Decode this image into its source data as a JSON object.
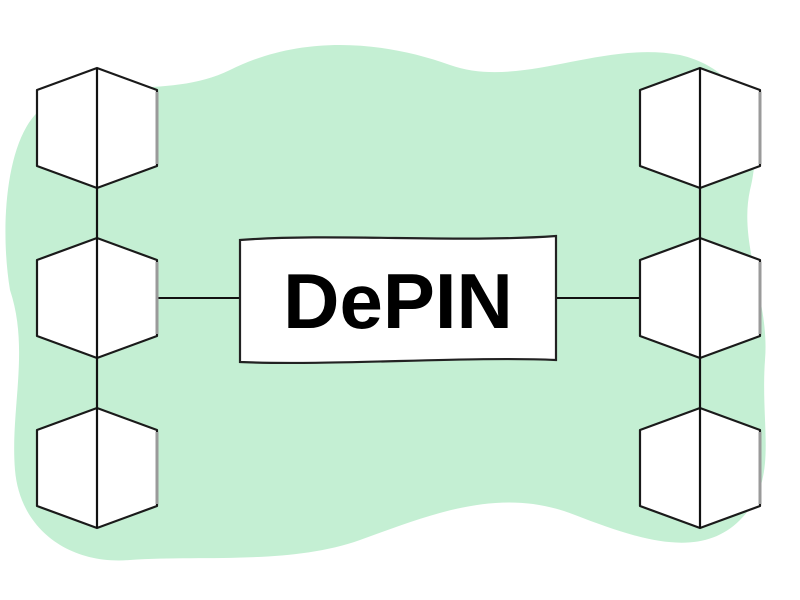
{
  "label": "DePIN",
  "colors": {
    "background": "#ffffff",
    "blob": "#c4efd3",
    "outline": "#1a1a1a"
  },
  "nodes": {
    "left_column": [
      "node",
      "node",
      "node"
    ],
    "right_column": [
      "node",
      "node",
      "node"
    ]
  }
}
